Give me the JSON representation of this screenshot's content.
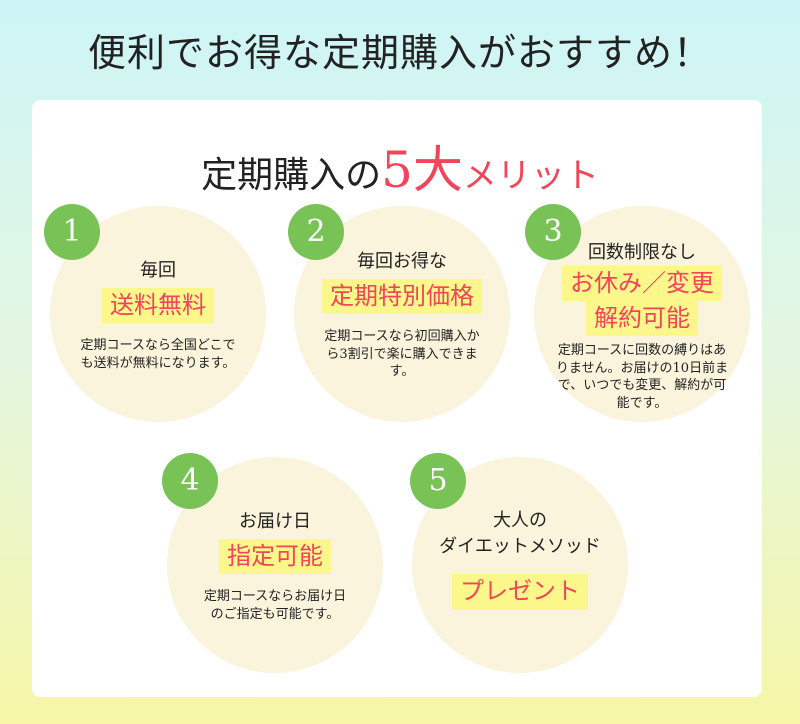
{
  "title": "便利でお得な定期購入がおすすめ！",
  "heading": {
    "prefix": "定期購入の",
    "number": "5",
    "big": "大",
    "suffix": "メリット"
  },
  "merits": [
    {
      "number": "1",
      "lead": "毎回",
      "highlight": "送料無料",
      "desc": "定期コースなら全国どこでも送料が無料になります。"
    },
    {
      "number": "2",
      "lead": "毎回お得な",
      "highlight": "定期特別価格",
      "desc": "定期コースなら初回購入から3割引で楽に購入できます。"
    },
    {
      "number": "3",
      "lead": "回数制限なし",
      "highlight": "お休み／変更",
      "highlight2": "解約可能",
      "desc": "定期コースに回数の縛りはありません。お届けの10日前まで、いつでも変更、解約が可能です。"
    },
    {
      "number": "4",
      "lead": "お届け日",
      "highlight": "指定可能",
      "desc": "定期コースならお届け日のご指定も可能です。"
    },
    {
      "number": "5",
      "lead": "大人の",
      "lead2": "ダイエットメソッド",
      "highlight": "プレゼント"
    }
  ],
  "colors": {
    "accent": "#f0455a",
    "badge": "#78c256",
    "highlight": "#fbf78a",
    "circle": "#faf4dc"
  }
}
